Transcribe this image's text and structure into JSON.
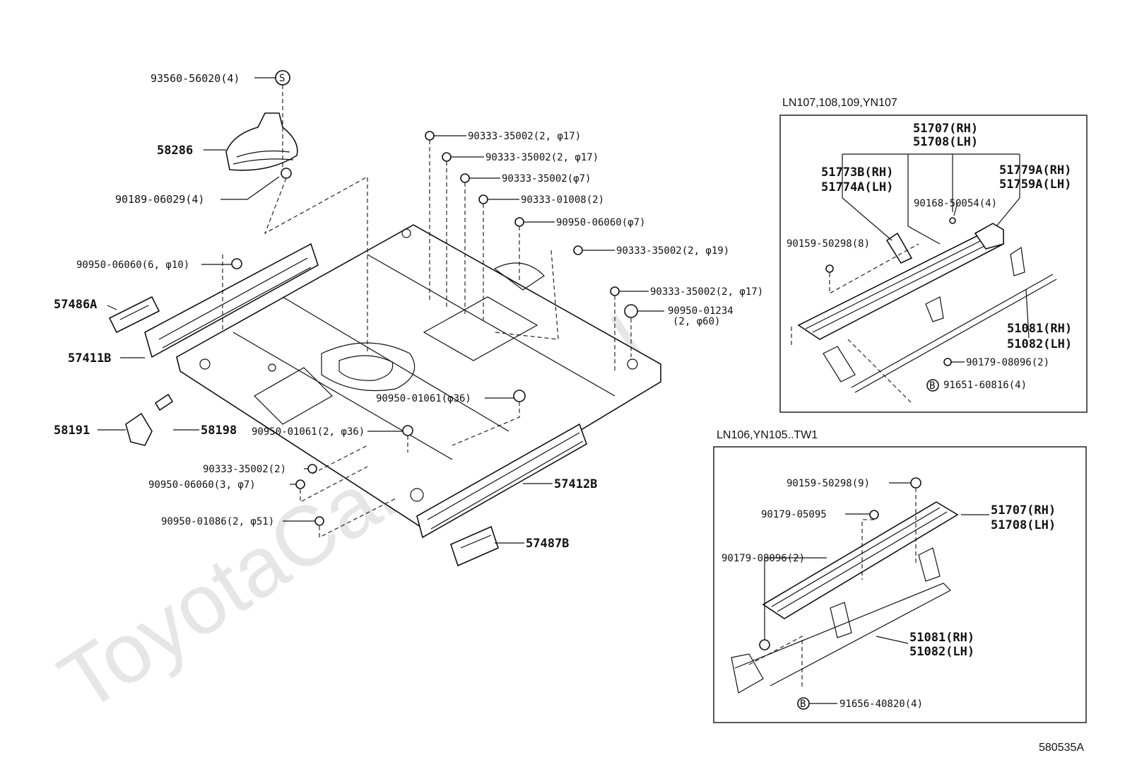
{
  "watermark": "ToyotaCarMine.ru",
  "diagram_code": "580535A",
  "variants": {
    "upper": "LN107,108,109,YN107",
    "lower": "LN106,YN105..TW1"
  },
  "main": {
    "p93560": "93560-56020(4)",
    "p58286": "58286",
    "p90189": "90189-06029(4)",
    "p90950_a": "90950-06060(6, φ10)",
    "p57486": "57486A",
    "p57411": "57411B",
    "p58191": "58191",
    "p58198": "58198",
    "p90333_1": "90333-35002(2, φ17)",
    "p90333_2": "90333-35002(2, φ17)",
    "p90333_3": "90333-35002(φ7)",
    "p90333_4": "90333-01008(2)",
    "p90950_b": "90950-06060(φ7)",
    "p90333_5": "90333-35002(2, φ19)",
    "p90333_6": "90333-35002(2, φ17)",
    "p90950_c": "90950-01234",
    "p90950_c_note": "(2, φ60)",
    "p90950_d": "90950-01061(φ36)",
    "p90950_e": "90950-01061(2, φ36)",
    "p90333_7": "90333-35002(2)",
    "p90950_f": "90950-06060(3, φ7)",
    "p90950_g": "90950-01086(2, φ51)",
    "p57412": "57412B",
    "p57487": "57487B"
  },
  "upper_box": {
    "p51707": "51707(RH)",
    "p51708": "51708(LH)",
    "p51773": "51773B(RH)",
    "p51774": "51774A(LH)",
    "p51779": "51779A(RH)",
    "p51759": "51759A(LH)",
    "p90168": "90168-50054(4)",
    "p90159": "90159-50298(8)",
    "p51081": "51081(RH)",
    "p51082": "51082(LH)",
    "p90179": "90179-08096(2)",
    "p91651": "91651-60816(4)",
    "marker_b": "B"
  },
  "lower_box": {
    "p90159": "90159-50298(9)",
    "p90179_a": "90179-05095",
    "p51707": "51707(RH)",
    "p51708": "51708(LH)",
    "p90179_b": "90179-08096(2)",
    "p51081": "51081(RH)",
    "p51082": "51082(LH)",
    "p91656": "91656-40820(4)",
    "marker_b": "B"
  },
  "marker_s": "S"
}
